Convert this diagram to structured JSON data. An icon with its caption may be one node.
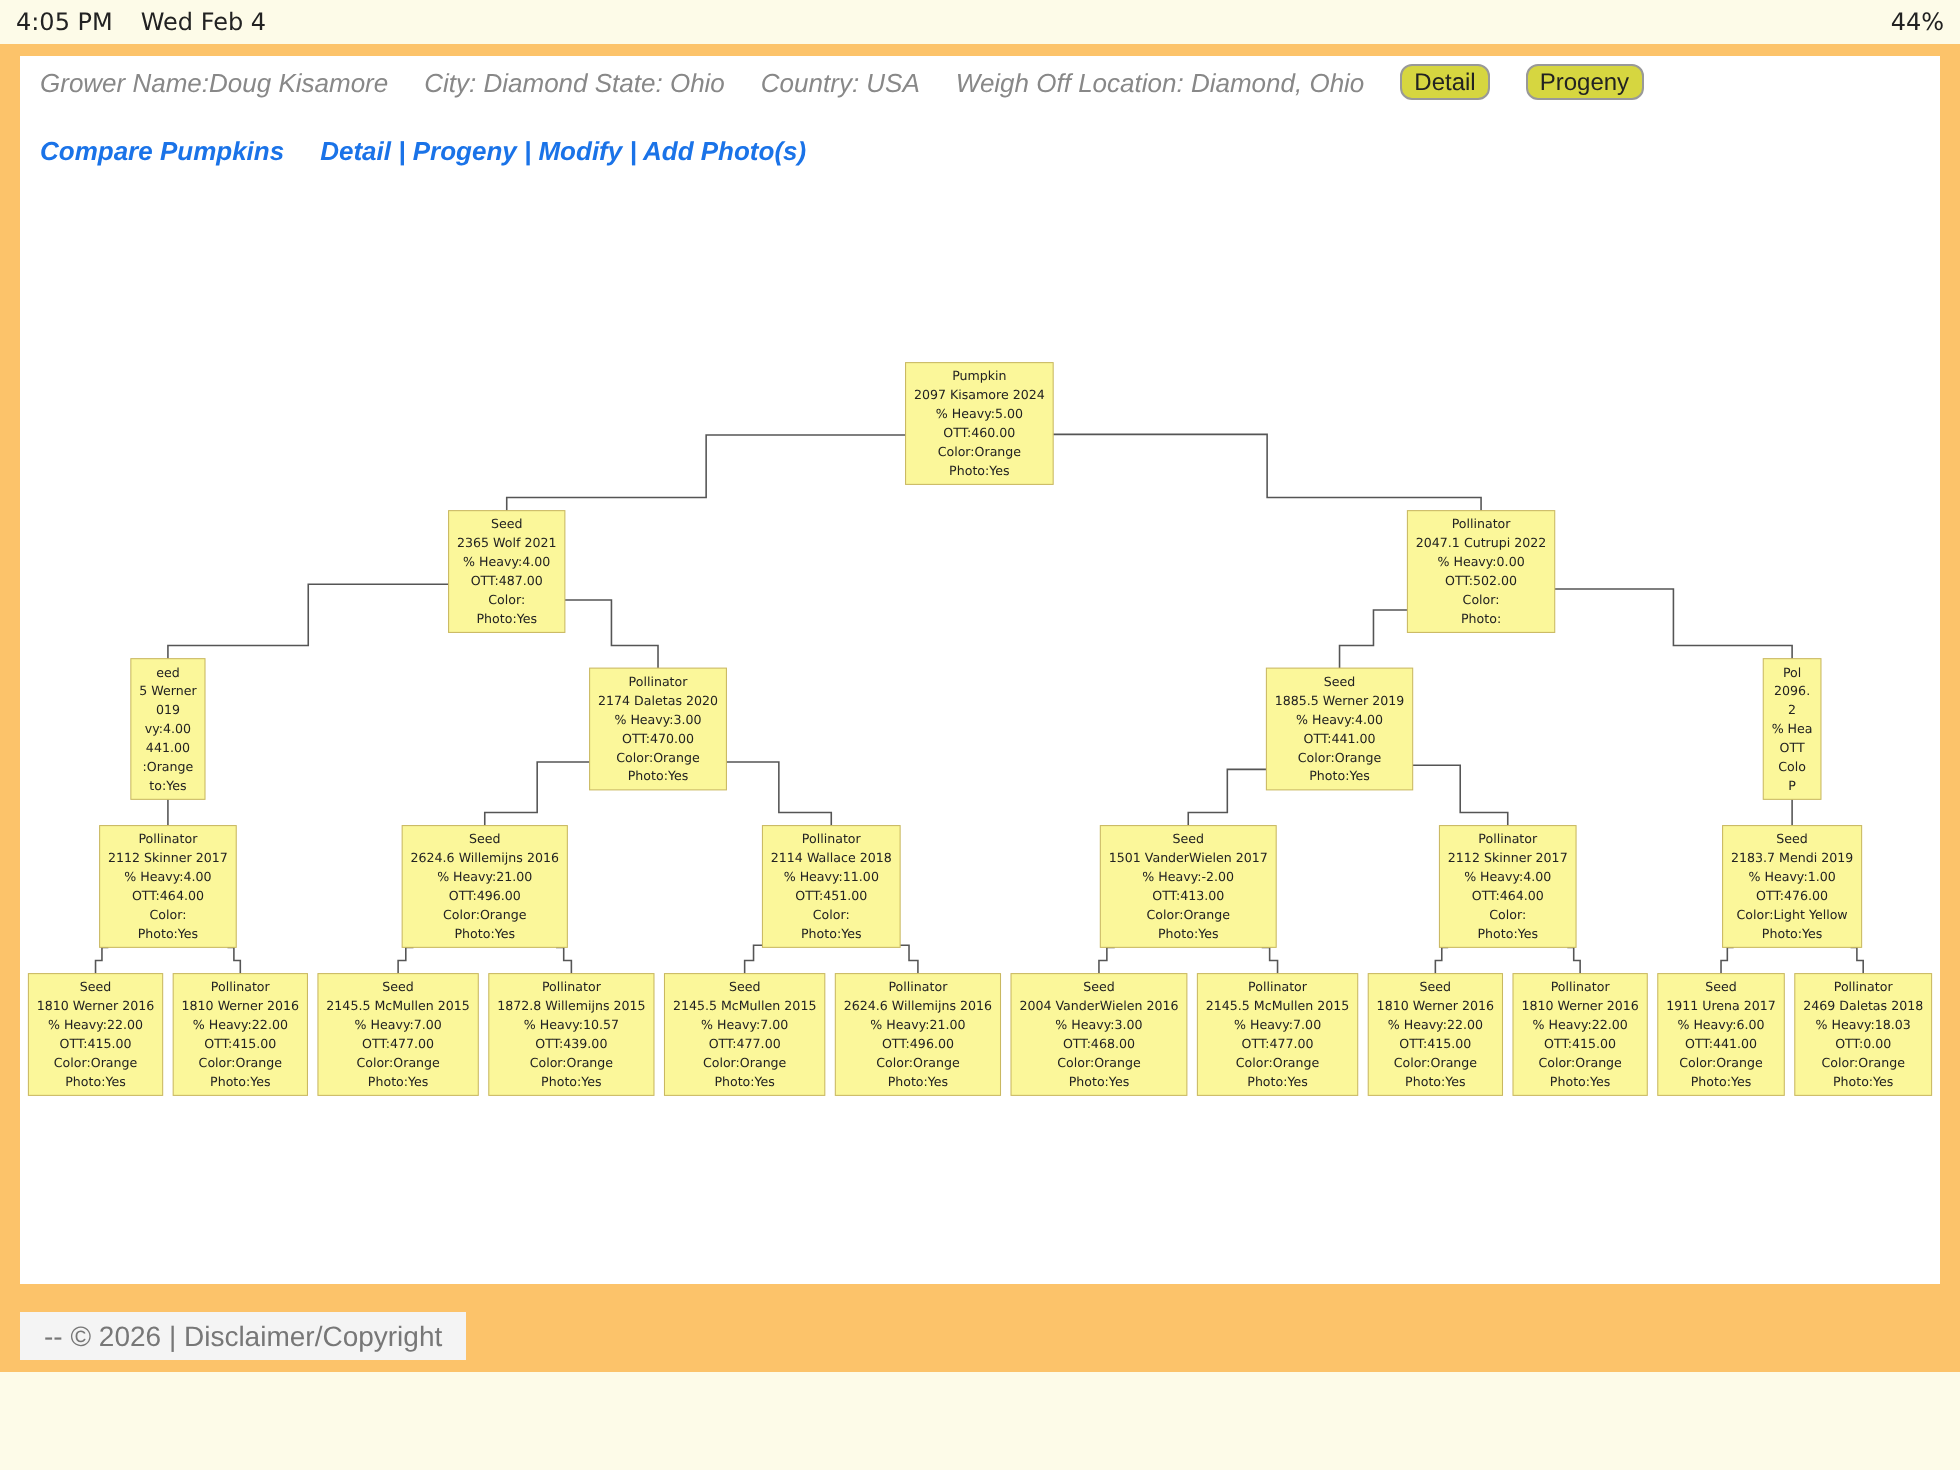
{
  "diagram": {
    "nodes": [
      {
        "text": [
          "Pumpkin",
          "2097 Kisamore 2024",
          "% Heavy:5.00",
          "OTT:460.00",
          "Color:Orange",
          "Photo:Yes"
        ]
      },
      {
        "text": [
          "Seed",
          "2365 Wolf 2021",
          "% Heavy:4.00",
          "OTT:487.00",
          "Color:",
          "Photo:Yes"
        ]
      },
      {
        "text": [
          "Pollinator",
          "2047.1 Cutrupi 2022",
          "% Heavy:0.00",
          "OTT:502.00",
          "Color:",
          "Photo:"
        ]
      },
      {
        "text": [
          "eed",
          "5 Werner",
          "019",
          "vy:4.00",
          "441.00",
          ":Orange",
          "to:Yes"
        ]
      },
      {
        "text": [
          "Pollinator",
          "2174 Daletas 2020",
          "% Heavy:3.00",
          "OTT:470.00",
          "Color:Orange",
          "Photo:Yes"
        ]
      },
      {
        "text": [
          "Seed",
          "1885.5 Werner 2019",
          "% Heavy:4.00",
          "OTT:441.00",
          "Color:Orange",
          "Photo:Yes"
        ]
      },
      {
        "text": [
          "Pol",
          "2096.",
          "2",
          "% Hea",
          "OTT",
          "Colo",
          "P"
        ]
      },
      {
        "text": [
          "Pollinator",
          "2112 Skinner 2017",
          "% Heavy:4.00",
          "OTT:464.00",
          "Color:",
          "Photo:Yes"
        ]
      },
      {
        "text": [
          "Seed",
          "2624.6 Willemijns 2016",
          "% Heavy:21.00",
          "OTT:496.00",
          "Color:Orange",
          "Photo:Yes"
        ]
      },
      {
        "text": [
          "Pollinator",
          "2114 Wallace 2018",
          "% Heavy:11.00",
          "OTT:451.00",
          "Color:",
          "Photo:Yes"
        ]
      },
      {
        "text": [
          "Seed",
          "1501 VanderWielen 2017",
          "% Heavy:-2.00",
          "OTT:413.00",
          "Color:Orange",
          "Photo:Yes"
        ]
      },
      {
        "text": [
          "Pollinator",
          "2112 Skinner 2017",
          "% Heavy:4.00",
          "OTT:464.00",
          "Color:",
          "Photo:Yes"
        ]
      },
      {
        "text": [
          "Seed",
          "2183.7 Mendi 2019",
          "% Heavy:1.00",
          "OTT:476.00",
          "Color:Light Yellow",
          "Photo:Yes"
        ]
      },
      {
        "text": [
          "Seed",
          "1810 Werner 2016",
          "% Heavy:22.00",
          "OTT:415.00",
          "Color:Orange",
          "Photo:Yes"
        ]
      },
      {
        "text": [
          "Pollinator",
          "1810 Werner 2016",
          "% Heavy:22.00",
          "OTT:415.00",
          "Color:Orange",
          "Photo:Yes"
        ]
      },
      {
        "text": [
          "Seed",
          "2145.5 McMullen 2015",
          "% Heavy:7.00",
          "OTT:477.00",
          "Color:Orange",
          "Photo:Yes"
        ]
      },
      {
        "text": [
          "Pollinator",
          "1872.8 Willemijns 2015",
          "% Heavy:10.57",
          "OTT:439.00",
          "Color:Orange",
          "Photo:Yes"
        ]
      },
      {
        "text": [
          "Seed",
          "2145.5 McMullen 2015",
          "% Heavy:7.00",
          "OTT:477.00",
          "Color:Orange",
          "Photo:Yes"
        ]
      },
      {
        "text": [
          "Pollinator",
          "2624.6 Willemijns 2016",
          "% Heavy:21.00",
          "OTT:496.00",
          "Color:Orange",
          "Photo:Yes"
        ]
      },
      {
        "text": [
          "Seed",
          "2004 VanderWielen 2016",
          "% Heavy:3.00",
          "OTT:468.00",
          "Color:Orange",
          "Photo:Yes"
        ]
      },
      {
        "text": [
          "Pollinator",
          "2145.5 McMullen 2015",
          "% Heavy:7.00",
          "OTT:477.00",
          "Color:Orange",
          "Photo:Yes"
        ]
      },
      {
        "text": [
          "Seed",
          "1810 Werner 2016",
          "% Heavy:22.00",
          "OTT:415.00",
          "Color:Orange",
          "Photo:Yes"
        ]
      },
      {
        "text": [
          "Pollinator",
          "1810 Werner 2016",
          "% Heavy:22.00",
          "OTT:415.00",
          "Color:Orange",
          "Photo:Yes"
        ]
      },
      {
        "text": [
          "Seed",
          "1911 Urena 2017",
          "% Heavy:6.00",
          "OTT:441.00",
          "Color:Orange",
          "Photo:Yes"
        ]
      },
      {
        "text": [
          "Pollinator",
          "2469 Daletas 2018",
          "% Heavy:18.03",
          "OTT:0.00",
          "Color:Orange",
          "Photo:Yes"
        ]
      }
    ],
    "edges": [
      {
        "from": 0,
        "to": 1,
        "arrow": "none"
      },
      {
        "from": 0,
        "to": 2,
        "arrow": "none"
      },
      {
        "from": 1,
        "to": 3,
        "arrow": "none"
      },
      {
        "from": 1,
        "to": 4,
        "arrow": "none"
      },
      {
        "from": 2,
        "to": 5,
        "arrow": "none"
      },
      {
        "from": 2,
        "to": 6,
        "arrow": "none"
      },
      {
        "from": 3,
        "to": 7,
        "arrow": "none"
      },
      {
        "from": 4,
        "to": 8,
        "arrow": "none"
      },
      {
        "from": 4,
        "to": 9,
        "arrow": "none"
      },
      {
        "from": 5,
        "to": 10,
        "arrow": "none"
      },
      {
        "from": 5,
        "to": 11,
        "arrow": "none"
      },
      {
        "from": 6,
        "to": 12,
        "arrow": "none"
      },
      {
        "from": 7,
        "to": 13,
        "arrow": "none"
      },
      {
        "from": 7,
        "to": 14,
        "arrow": "none"
      },
      {
        "from": 8,
        "to": 15,
        "arrow": "none"
      },
      {
        "from": 8,
        "to": 16,
        "arrow": "none"
      },
      {
        "from": 9,
        "to": 17,
        "arrow": "none"
      },
      {
        "from": 9,
        "to": 18,
        "arrow": "none"
      },
      {
        "from": 10,
        "to": 19,
        "arrow": "none"
      },
      {
        "from": 10,
        "to": 20,
        "arrow": "none"
      },
      {
        "from": 11,
        "to": 21,
        "arrow": "none"
      },
      {
        "from": 11,
        "to": 22,
        "arrow": "none"
      },
      {
        "from": 12,
        "to": 23,
        "arrow": "none"
      },
      {
        "from": 12,
        "to": 24,
        "arrow": "none"
      }
    ],
    "labels": [
      "4:05 PM",
      "Wed Feb 4",
      "44%",
      "Grower Name:Doug Kisamore",
      "City: Diamond State: Ohio",
      "Country: USA",
      "Weigh Off Location: Diamond, Ohio",
      "Detail",
      "Progeny",
      "Compare Pumpkins",
      "Detail | Progeny | Modify | Add Photo(s)",
      "-- © 2026 | Disclaimer/Copyright"
    ]
  }
}
